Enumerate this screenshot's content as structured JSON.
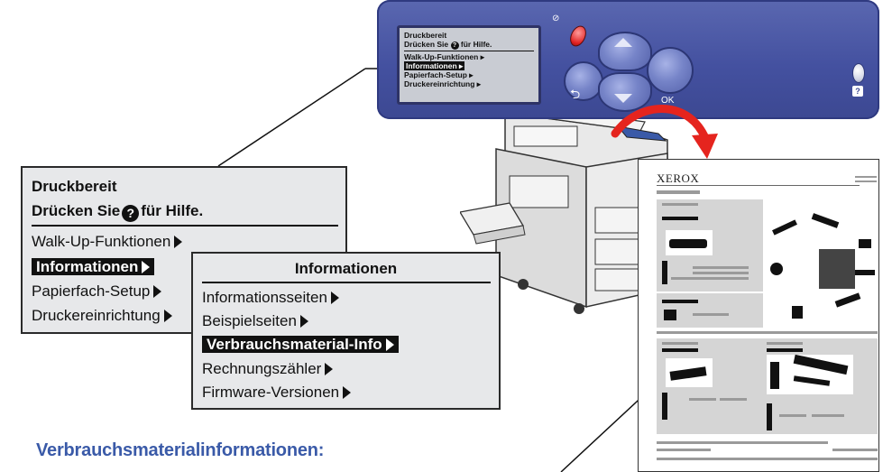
{
  "control_panel": {
    "lcd": {
      "line1": "Druckbereit",
      "line2_pre": "Drücken Sie",
      "line2_icon": "?",
      "line2_post": "für Hilfe.",
      "items": [
        "Walk-Up-Funktionen",
        "Informationen",
        "Papierfach-Setup",
        "Druckereinrichtung"
      ],
      "selected_index": 1
    },
    "ok_label": "OK",
    "help_label": "?",
    "back_icon": "back-arrow-icon",
    "cancel_icon": "cancel-icon"
  },
  "main_menu": {
    "line1": "Druckbereit",
    "line2_pre": "Drücken Sie",
    "line2_icon": "?",
    "line2_post": "für Hilfe.",
    "items": [
      "Walk-Up-Funktionen",
      "Informationen",
      "Papierfach-Setup",
      "Druckereinrichtung"
    ],
    "selected_index": 1
  },
  "info_menu": {
    "title": "Informationen",
    "items": [
      "Informationsseiten",
      "Beispielseiten",
      "Verbrauchsmaterial-Info",
      "Rechnungszähler",
      "Firmware-Versionen"
    ],
    "selected_index": 2
  },
  "report": {
    "brand": "XEROX"
  },
  "heading": "Verbrauchsmaterialinformationen:",
  "colors": {
    "panel_blue": "#4451a0",
    "heading_blue": "#3a5aa8",
    "arrow_red": "#e5241e"
  }
}
